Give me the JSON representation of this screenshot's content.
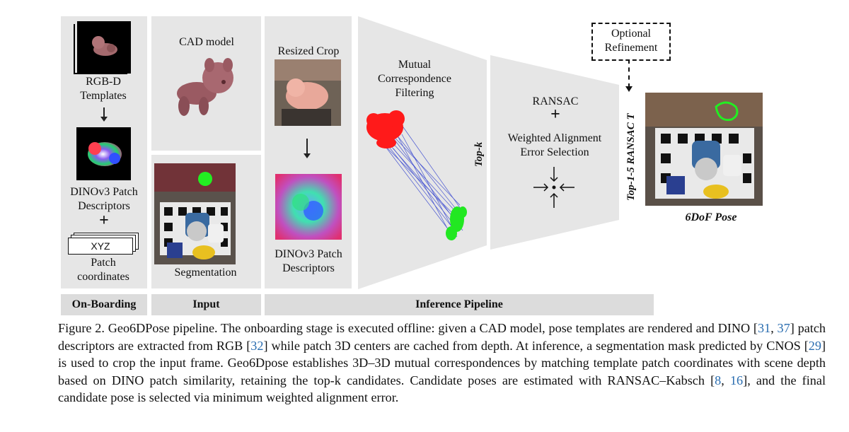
{
  "figure": {
    "onboarding": {
      "templates_label": "RGB-D Templates",
      "descriptors_label": "DINOv3 Patch Descriptors",
      "plus": "+",
      "xyz": "XYZ",
      "coords_label": "Patch coordinates",
      "section_label": "On-Boarding"
    },
    "input": {
      "cad_label": "CAD model",
      "seg_label": "Segmentation",
      "section_label": "Input"
    },
    "inference": {
      "crop_label": "Resized Crop",
      "descriptors_label": "DINOv3 Patch Descriptors",
      "filter_label": "Mutual Correspondence Filtering",
      "topk": "Top-k",
      "ransac": "RANSAC",
      "plus": "+",
      "wae": "Weighted Alignment Error Selection",
      "section_label": "Inference Pipeline"
    },
    "output": {
      "refinement": "Optional Refinement",
      "top15": "Top-1-5 RANSAC T",
      "pose_label": "6DoF Pose"
    }
  },
  "caption": {
    "p1": "Figure 2. Geo6DPose pipeline. The onboarding stage is executed offline: given a CAD model, pose templates are rendered and DINO [",
    "r1": "31",
    "p2": ", ",
    "r2": "37",
    "p3": "] patch descriptors are extracted from RGB [",
    "r3": "32",
    "p4": "] while patch 3D centers are cached from depth. At inference, a segmentation mask predicted by CNOS [",
    "r4": "29",
    "p5": "] is used to crop the input frame. Geo6Dpose establishes 3D–3D mutual correspondences by matching template patch coordinates with scene depth based on DINO patch similarity, retaining the top-k candidates. Candidate poses are estimated with RANSAC–Kabsch [",
    "r5": "8",
    "p6": ", ",
    "r6": "16",
    "p7": "], and the final candidate pose is selected via minimum weighted alignment error."
  }
}
